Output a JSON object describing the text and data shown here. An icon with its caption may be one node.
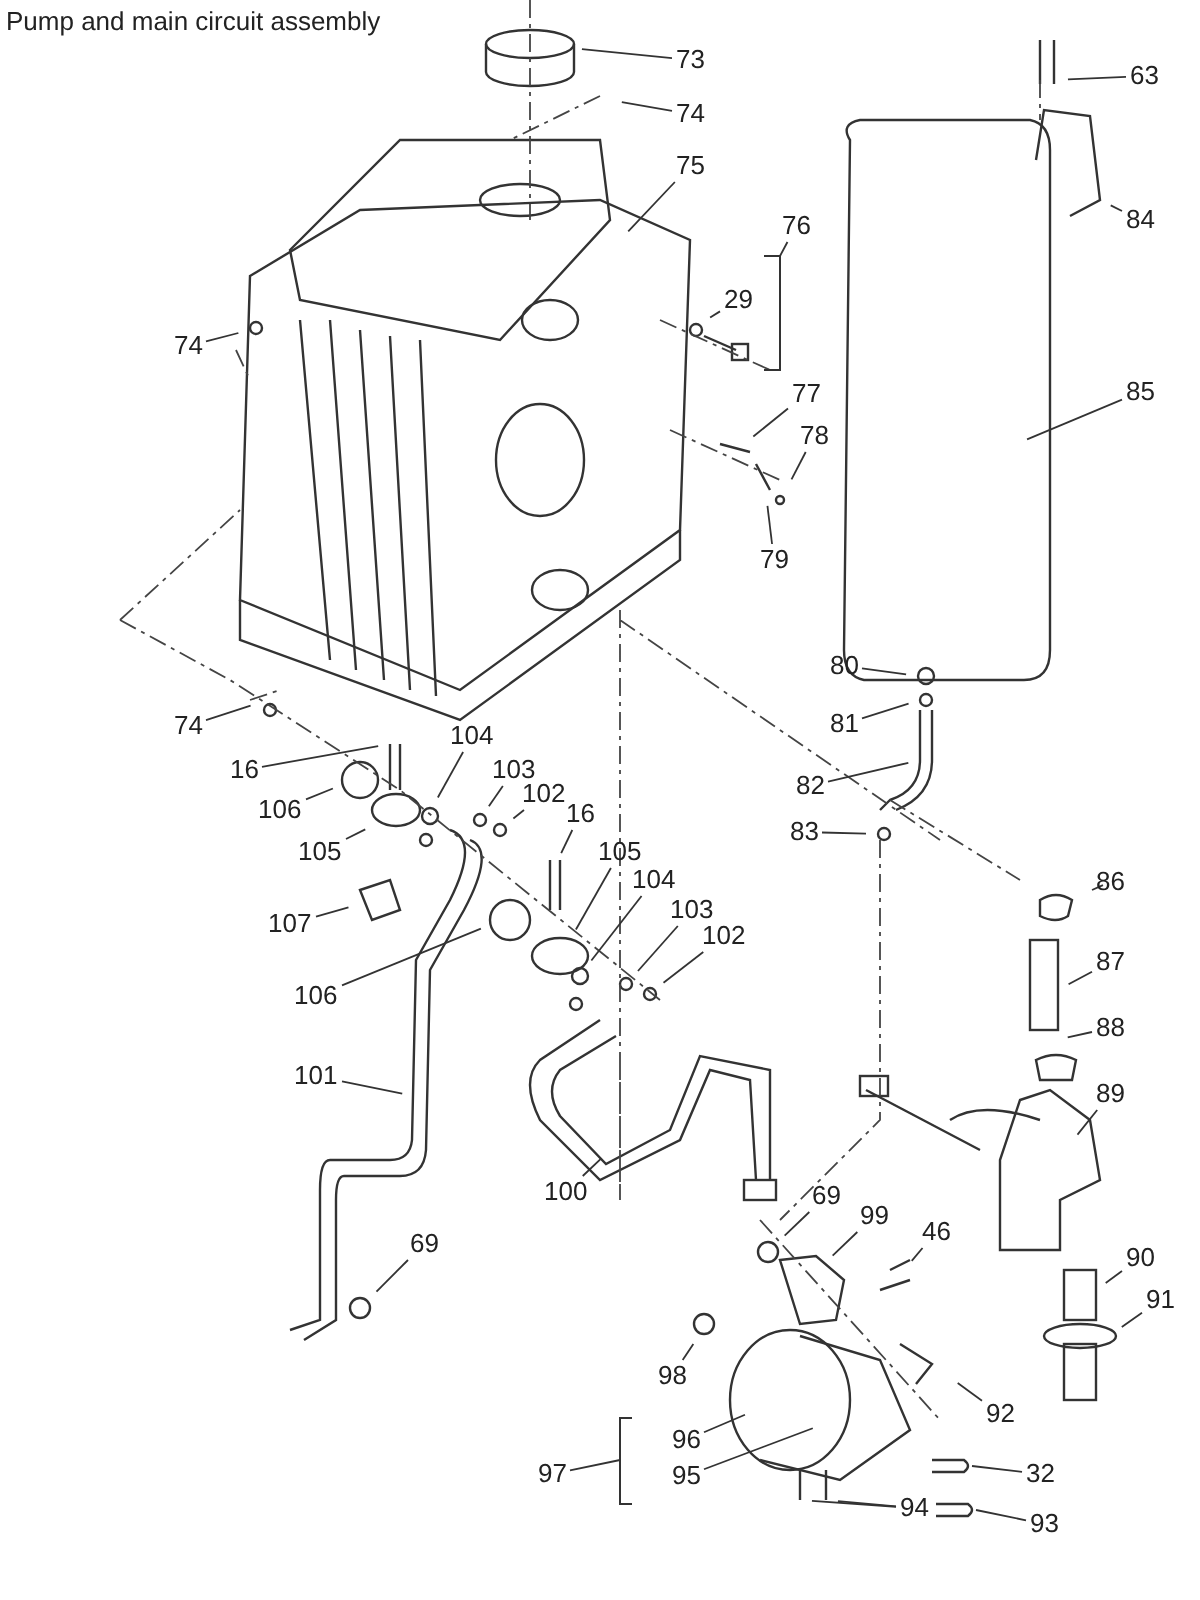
{
  "diagram": {
    "title": "Pump and main circuit assembly",
    "nodes": [
      {
        "text": [
          "73"
        ]
      },
      {
        "text": [
          "74"
        ]
      },
      {
        "text": [
          "75"
        ]
      },
      {
        "text": [
          "63"
        ]
      },
      {
        "text": [
          "76"
        ]
      },
      {
        "text": [
          "29"
        ]
      },
      {
        "text": [
          "84"
        ]
      },
      {
        "text": [
          "74"
        ]
      },
      {
        "text": [
          "77"
        ]
      },
      {
        "text": [
          "78"
        ]
      },
      {
        "text": [
          "85"
        ]
      },
      {
        "text": [
          "79"
        ]
      },
      {
        "text": [
          "80"
        ]
      },
      {
        "text": [
          "74"
        ]
      },
      {
        "text": [
          "81"
        ]
      },
      {
        "text": [
          "16"
        ]
      },
      {
        "text": [
          "104"
        ]
      },
      {
        "text": [
          "103"
        ]
      },
      {
        "text": [
          "102"
        ]
      },
      {
        "text": [
          "82"
        ]
      },
      {
        "text": [
          "106"
        ]
      },
      {
        "text": [
          "105"
        ]
      },
      {
        "text": [
          "83"
        ]
      },
      {
        "text": [
          "16"
        ]
      },
      {
        "text": [
          "105"
        ]
      },
      {
        "text": [
          "86"
        ]
      },
      {
        "text": [
          "107"
        ]
      },
      {
        "text": [
          "104"
        ]
      },
      {
        "text": [
          "103"
        ]
      },
      {
        "text": [
          "102"
        ]
      },
      {
        "text": [
          "106"
        ]
      },
      {
        "text": [
          "87"
        ]
      },
      {
        "text": [
          "88"
        ]
      },
      {
        "text": [
          "89"
        ]
      },
      {
        "text": [
          "101"
        ]
      },
      {
        "text": [
          "100"
        ]
      },
      {
        "text": [
          "69"
        ]
      },
      {
        "text": [
          "99"
        ]
      },
      {
        "text": [
          "46"
        ]
      },
      {
        "text": [
          "69"
        ]
      },
      {
        "text": [
          "90"
        ]
      },
      {
        "text": [
          "91"
        ]
      },
      {
        "text": [
          "98"
        ]
      },
      {
        "text": [
          "92"
        ]
      },
      {
        "text": [
          "96"
        ]
      },
      {
        "text": [
          "32"
        ]
      },
      {
        "text": [
          "97"
        ]
      },
      {
        "text": [
          "95"
        ]
      },
      {
        "text": [
          "94"
        ]
      },
      {
        "text": [
          "93"
        ]
      }
    ],
    "edges": [
      {
        "from": 0,
        "to": null,
        "arrow": "none"
      },
      {
        "from": 1,
        "to": null,
        "arrow": "none"
      },
      {
        "from": 2,
        "to": null,
        "arrow": "none"
      },
      {
        "from": 3,
        "to": null,
        "arrow": "none"
      },
      {
        "from": 4,
        "to": null,
        "arrow": "none"
      },
      {
        "from": 5,
        "to": null,
        "arrow": "none"
      },
      {
        "from": 6,
        "to": null,
        "arrow": "none"
      },
      {
        "from": 7,
        "to": null,
        "arrow": "none"
      },
      {
        "from": 8,
        "to": null,
        "arrow": "none"
      },
      {
        "from": 9,
        "to": null,
        "arrow": "none"
      },
      {
        "from": 10,
        "to": null,
        "arrow": "none"
      },
      {
        "from": 11,
        "to": null,
        "arrow": "none"
      },
      {
        "from": 12,
        "to": null,
        "arrow": "none"
      },
      {
        "from": 13,
        "to": null,
        "arrow": "none"
      },
      {
        "from": 14,
        "to": null,
        "arrow": "none"
      },
      {
        "from": 15,
        "to": null,
        "arrow": "none"
      },
      {
        "from": 16,
        "to": null,
        "arrow": "none"
      },
      {
        "from": 17,
        "to": null,
        "arrow": "none"
      },
      {
        "from": 18,
        "to": null,
        "arrow": "none"
      },
      {
        "from": 19,
        "to": null,
        "arrow": "none"
      },
      {
        "from": 20,
        "to": null,
        "arrow": "none"
      },
      {
        "from": 21,
        "to": null,
        "arrow": "none"
      },
      {
        "from": 22,
        "to": null,
        "arrow": "none"
      },
      {
        "from": 23,
        "to": null,
        "arrow": "none"
      },
      {
        "from": 24,
        "to": null,
        "arrow": "none"
      },
      {
        "from": 25,
        "to": null,
        "arrow": "none"
      },
      {
        "from": 26,
        "to": null,
        "arrow": "none"
      },
      {
        "from": 27,
        "to": null,
        "arrow": "none"
      },
      {
        "from": 28,
        "to": null,
        "arrow": "none"
      },
      {
        "from": 29,
        "to": null,
        "arrow": "none"
      },
      {
        "from": 30,
        "to": null,
        "arrow": "none"
      },
      {
        "from": 31,
        "to": null,
        "arrow": "none"
      },
      {
        "from": 32,
        "to": null,
        "arrow": "none"
      },
      {
        "from": 33,
        "to": null,
        "arrow": "none"
      },
      {
        "from": 34,
        "to": null,
        "arrow": "none"
      },
      {
        "from": 35,
        "to": null,
        "arrow": "none"
      },
      {
        "from": 36,
        "to": null,
        "arrow": "none"
      },
      {
        "from": 37,
        "to": null,
        "arrow": "none"
      },
      {
        "from": 38,
        "to": null,
        "arrow": "none"
      },
      {
        "from": 39,
        "to": null,
        "arrow": "none"
      },
      {
        "from": 40,
        "to": null,
        "arrow": "none"
      },
      {
        "from": 41,
        "to": null,
        "arrow": "none"
      },
      {
        "from": 42,
        "to": null,
        "arrow": "none"
      },
      {
        "from": 43,
        "to": null,
        "arrow": "none"
      },
      {
        "from": 44,
        "to": null,
        "arrow": "none"
      },
      {
        "from": 45,
        "to": null,
        "arrow": "none"
      },
      {
        "from": 46,
        "to": null,
        "arrow": "none"
      },
      {
        "from": 47,
        "to": null,
        "arrow": "none"
      },
      {
        "from": 48,
        "to": null,
        "arrow": "none"
      },
      {
        "from": 48,
        "to": null,
        "arrow": "none"
      },
      {
        "from": 49,
        "to": null,
        "arrow": "none"
      }
    ]
  }
}
